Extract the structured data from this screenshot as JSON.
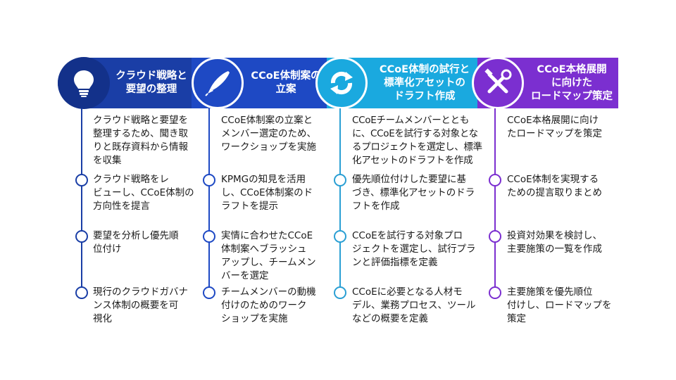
{
  "colors": {
    "col1_bg": "#1a3ea6",
    "col2_bg": "#1e49c4",
    "col3_bg": "#1aa9df",
    "col4_bg": "#7b2fd0",
    "col1_line": "#1a3ea6",
    "col2_line": "#1e49c4",
    "col3_line": "#2a9fd4",
    "col4_line": "#7b2fd0"
  },
  "columns": [
    {
      "title": "クラウド戦略と\n要望の整理",
      "icon": "lightbulb-icon",
      "items": [
        "クラウド戦略と要望を\n整理するため、聞き取\nりと既存資料から情報\nを収集",
        "クラウド戦略をレ\nビューし、CCoE体制の\n方向性を提言",
        "要望を分析し優先順\n位付け",
        "現行のクラウドガバナ\nンス体制の概要を可\n視化"
      ]
    },
    {
      "title": "CCoE体制案の\n立案",
      "icon": "pen-icon",
      "items": [
        "CCoE体制案の立案と\nメンバー選定のため、\nワークショップを実施",
        "KPMGの知見を活用\nし、CCoE体制案のド\nラフトを提示",
        "実情に合わせたCCoE\n体制案へブラッシュ\nアップし、チームメン\nバーを選定",
        "チームメンバーの動機\n付けのためのワーク\nショップを実施"
      ]
    },
    {
      "title": "CCoE体制の試行と\n標準化アセットの\nドラフト作成",
      "icon": "refresh-icon",
      "items": [
        "CCoEチームメンバーととも\nに、CCoEを試行する対象とな\nるプロジェクトを選定し、標準\n化アセットのドラフトを作成",
        "優先順位付けした要望に基\nづき、標準化アセットのドラ\nフトを作成",
        "CCoEを試行する対象プロ\nジェクトを選定し、試行プラ\nンと評価指標を定義",
        "CCoEに必要となる人材モ\nデル、業務プロセス、ツール\nなどの概要を定義"
      ]
    },
    {
      "title": "CCoE本格展開\nに向けた\nロードマップ策定",
      "icon": "tools-icon",
      "items": [
        "CCoE本格展開に向け\nたロードマップを策定",
        "CCoE体制を実現する\nための提言取りまとめ",
        "投資対効果を検討し、\n主要施策の一覧を作成",
        "主要施策を優先順位\n付けし、ロードマップを\n策定"
      ]
    }
  ]
}
